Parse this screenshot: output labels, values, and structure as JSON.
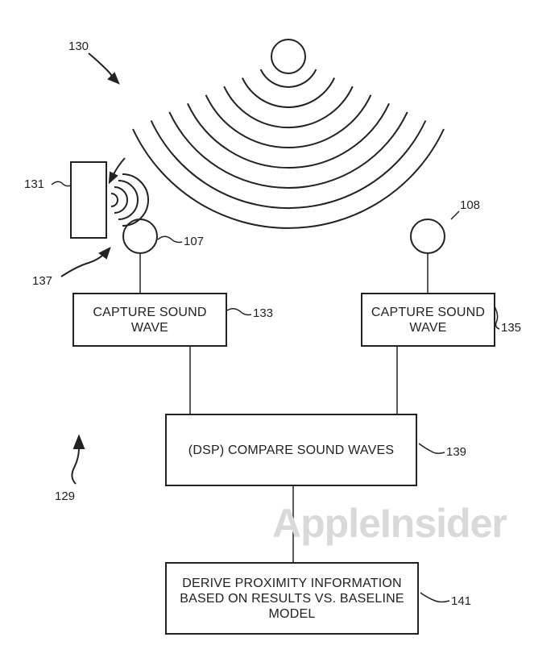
{
  "boxes": {
    "capture_left": "CAPTURE SOUND\nWAVE",
    "capture_right": "CAPTURE SOUND\nWAVE",
    "compare": "(DSP) COMPARE SOUND WAVES",
    "derive": "DERIVE PROXIMITY INFORMATION\nBASED ON RESULTS VS. BASELINE\nMODEL"
  },
  "refs": {
    "r130": "130",
    "r131": "131",
    "r137": "137",
    "r107": "107",
    "r108": "108",
    "r133": "133",
    "r135": "135",
    "r139": "139",
    "r129": "129",
    "r141": "141"
  },
  "watermark": "AppleInsider",
  "colors": {
    "line": "#222222",
    "watermark": "#d9d9d9"
  }
}
